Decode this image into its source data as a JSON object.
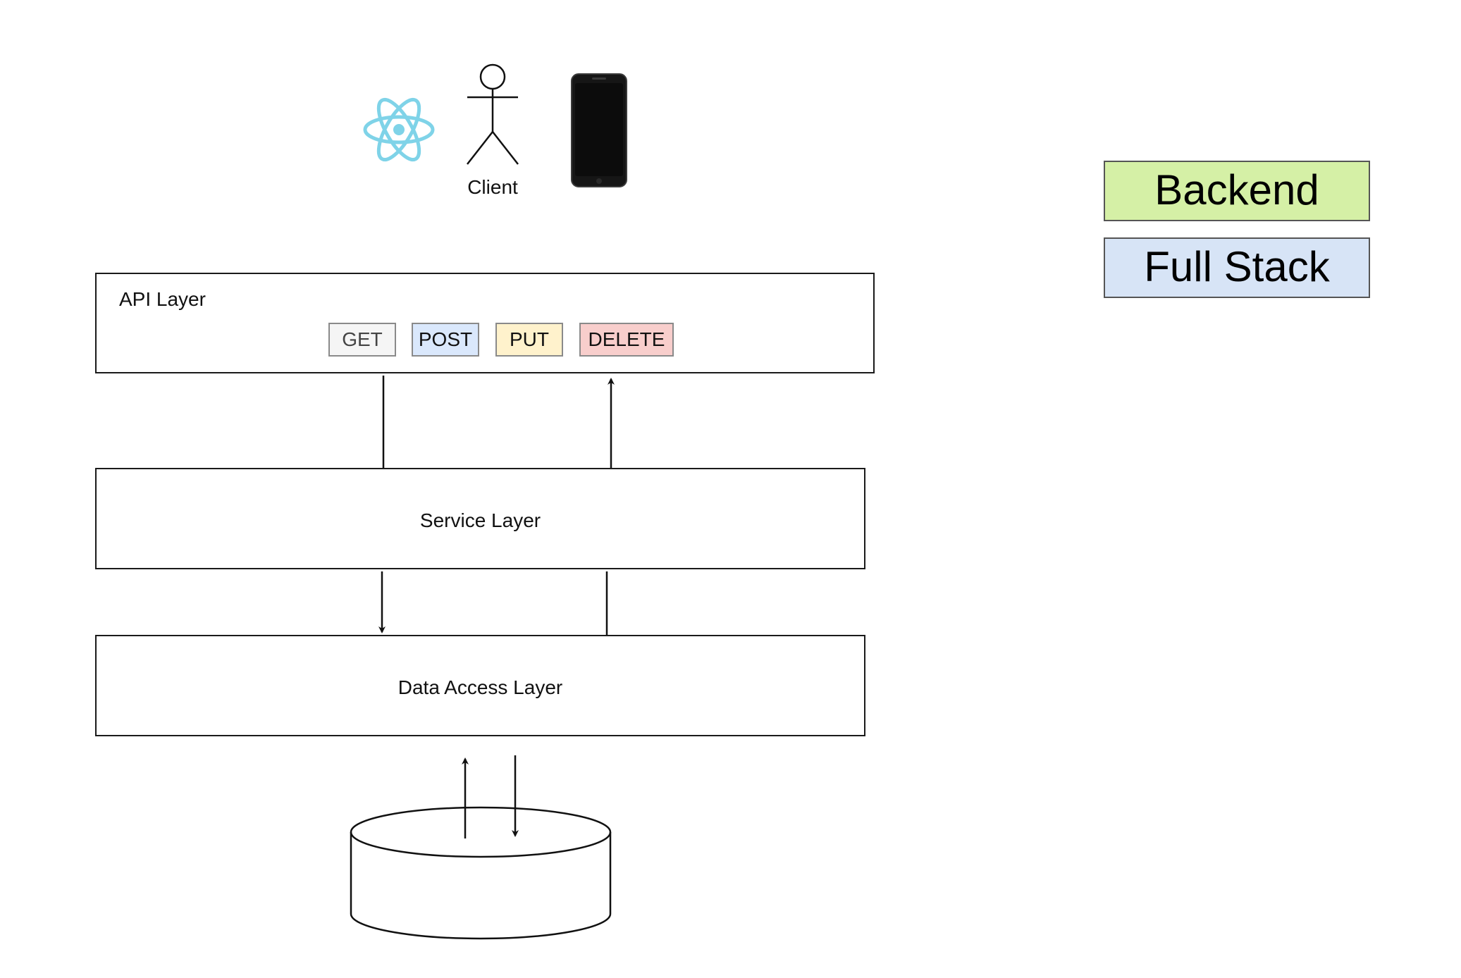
{
  "client": {
    "label": "Client",
    "icons": [
      "react-logo-icon",
      "actor-icon",
      "phone-icon"
    ]
  },
  "api_layer": {
    "title": "API Layer",
    "methods": [
      {
        "label": "GET",
        "color": "#f5f5f5"
      },
      {
        "label": "POST",
        "color": "#dae8fc"
      },
      {
        "label": "PUT",
        "color": "#fff2cc"
      },
      {
        "label": "DELETE",
        "color": "#f8cecc"
      }
    ]
  },
  "service_layer": {
    "title": "Service Layer"
  },
  "data_access_layer": {
    "title": "Data Access Layer"
  },
  "database": {
    "icon": "database-icon"
  },
  "legend": [
    {
      "label": "Backend",
      "color": "#d5f0a6"
    },
    {
      "label": "Full Stack",
      "color": "#d7e4f6"
    }
  ],
  "colors": {
    "react": "#7fd3e8",
    "line": "#111111"
  }
}
